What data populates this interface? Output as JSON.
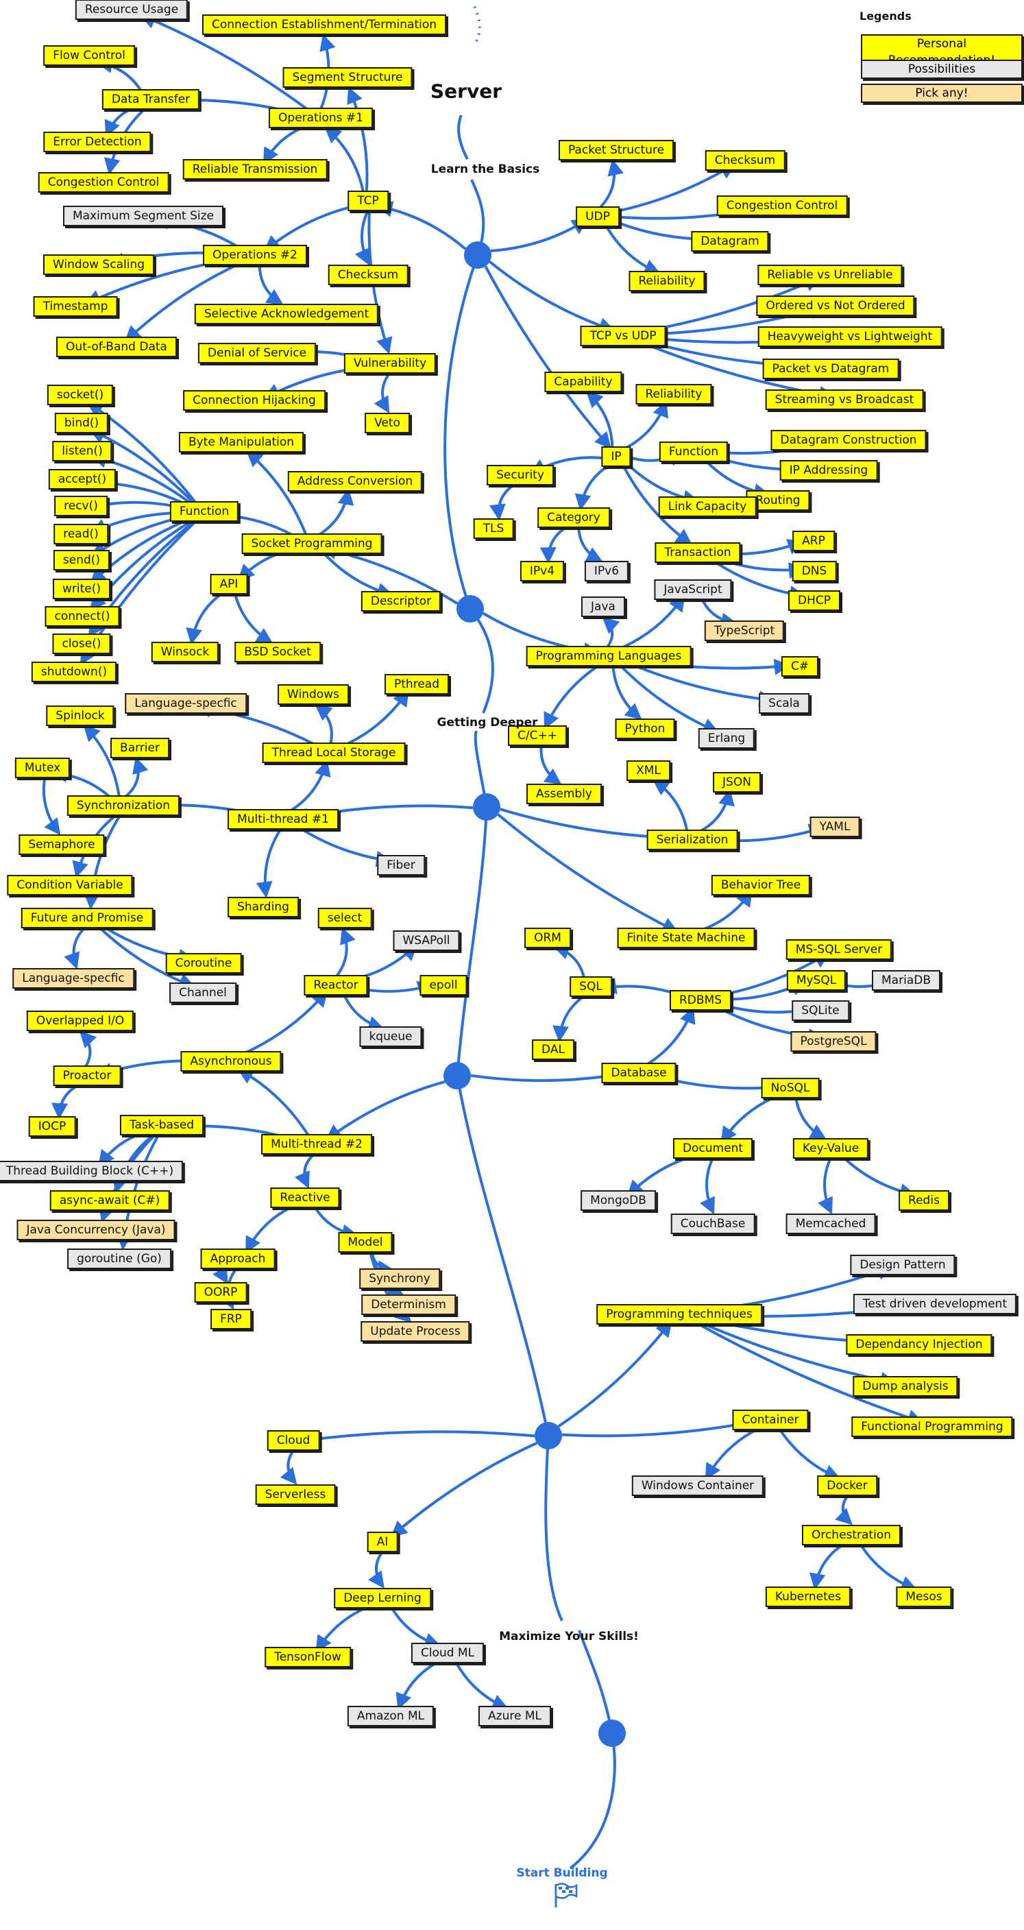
{
  "title": "Server",
  "legend": {
    "heading": "Legends",
    "items": [
      {
        "label": "Personal Recommendation!",
        "cat": "rec"
      },
      {
        "label": "Possibilities",
        "cat": "pos"
      },
      {
        "label": "Pick any!",
        "cat": "pick"
      }
    ]
  },
  "colors": {
    "personal_recommendation": "#ffff00",
    "possibilities": "#e6e6e6",
    "pick_any": "#fde1a0",
    "path": "#2a6fdb"
  },
  "footer": {
    "label": "Start Building",
    "icon": "flag-icon"
  },
  "stages": [
    {
      "id": "basics",
      "label": "Learn the Basics"
    },
    {
      "id": "deeper",
      "label": "Getting Deeper"
    },
    {
      "id": "maximize",
      "label": "Maximize Your Skills!"
    }
  ],
  "nodes": [
    {
      "id": "tcp",
      "label": "TCP",
      "cat": "rec"
    },
    {
      "id": "ops1",
      "label": "Operations #1",
      "cat": "rec"
    },
    {
      "id": "resource-usage",
      "label": "Resource Usage",
      "cat": "pos"
    },
    {
      "id": "conn-est",
      "label": "Connection Establishment/Termination",
      "cat": "rec"
    },
    {
      "id": "flow-control",
      "label": "Flow Control",
      "cat": "rec"
    },
    {
      "id": "data-transfer",
      "label": "Data Transfer",
      "cat": "rec"
    },
    {
      "id": "segment-structure",
      "label": "Segment Structure",
      "cat": "rec"
    },
    {
      "id": "error-detection",
      "label": "Error Detection",
      "cat": "rec"
    },
    {
      "id": "reliable-transmission",
      "label": "Reliable Transmission",
      "cat": "rec"
    },
    {
      "id": "congestion-control-tcp",
      "label": "Congestion Control",
      "cat": "rec"
    },
    {
      "id": "mss",
      "label": "Maximum Segment Size",
      "cat": "pos"
    },
    {
      "id": "ops2",
      "label": "Operations #2",
      "cat": "rec"
    },
    {
      "id": "window-scaling",
      "label": "Window Scaling",
      "cat": "rec"
    },
    {
      "id": "timestamp",
      "label": "Timestamp",
      "cat": "rec"
    },
    {
      "id": "oob-data",
      "label": "Out-of-Band Data",
      "cat": "rec"
    },
    {
      "id": "checksum-tcp",
      "label": "Checksum",
      "cat": "rec"
    },
    {
      "id": "sack",
      "label": "Selective Acknowledgement",
      "cat": "rec"
    },
    {
      "id": "vulnerability",
      "label": "Vulnerability",
      "cat": "rec"
    },
    {
      "id": "dos",
      "label": "Denial of Service",
      "cat": "rec"
    },
    {
      "id": "conn-hijack",
      "label": "Connection Hijacking",
      "cat": "rec"
    },
    {
      "id": "veto",
      "label": "Veto",
      "cat": "rec"
    },
    {
      "id": "udp",
      "label": "UDP",
      "cat": "rec"
    },
    {
      "id": "packet-structure",
      "label": "Packet Structure",
      "cat": "rec"
    },
    {
      "id": "checksum-udp",
      "label": "Checksum",
      "cat": "rec"
    },
    {
      "id": "congestion-control-udp",
      "label": "Congestion Control",
      "cat": "rec"
    },
    {
      "id": "datagram",
      "label": "Datagram",
      "cat": "rec"
    },
    {
      "id": "reliability-udp",
      "label": "Reliability",
      "cat": "rec"
    },
    {
      "id": "tcp-vs-udp",
      "label": "TCP vs UDP",
      "cat": "rec"
    },
    {
      "id": "rel-vs-unrel",
      "label": "Reliable vs Unreliable",
      "cat": "rec"
    },
    {
      "id": "ordered",
      "label": "Ordered vs Not Ordered",
      "cat": "rec"
    },
    {
      "id": "heavy-light",
      "label": "Heavyweight vs Lightweight",
      "cat": "rec"
    },
    {
      "id": "packet-vs-datagram",
      "label": "Packet vs Datagram",
      "cat": "rec"
    },
    {
      "id": "stream-broadcast",
      "label": "Streaming vs Broadcast",
      "cat": "rec"
    },
    {
      "id": "ip",
      "label": "IP",
      "cat": "rec"
    },
    {
      "id": "capability",
      "label": "Capability",
      "cat": "rec"
    },
    {
      "id": "reliability-ip",
      "label": "Reliability",
      "cat": "rec"
    },
    {
      "id": "function-ip",
      "label": "Function",
      "cat": "rec"
    },
    {
      "id": "datagram-construction",
      "label": "Datagram Construction",
      "cat": "rec"
    },
    {
      "id": "ip-addressing",
      "label": "IP Addressing",
      "cat": "rec"
    },
    {
      "id": "routing",
      "label": "Routing",
      "cat": "rec"
    },
    {
      "id": "security",
      "label": "Security",
      "cat": "rec"
    },
    {
      "id": "tls",
      "label": "TLS",
      "cat": "rec"
    },
    {
      "id": "category",
      "label": "Category",
      "cat": "rec"
    },
    {
      "id": "ipv4",
      "label": "IPv4",
      "cat": "rec"
    },
    {
      "id": "ipv6",
      "label": "IPv6",
      "cat": "pos"
    },
    {
      "id": "link-capacity",
      "label": "Link Capacity",
      "cat": "rec"
    },
    {
      "id": "transaction",
      "label": "Transaction",
      "cat": "rec"
    },
    {
      "id": "arp",
      "label": "ARP",
      "cat": "rec"
    },
    {
      "id": "dns",
      "label": "DNS",
      "cat": "rec"
    },
    {
      "id": "dhcp",
      "label": "DHCP",
      "cat": "rec"
    },
    {
      "id": "socket-fn",
      "label": "socket()",
      "cat": "rec"
    },
    {
      "id": "bind-fn",
      "label": "bind()",
      "cat": "rec"
    },
    {
      "id": "listen-fn",
      "label": "listen()",
      "cat": "rec"
    },
    {
      "id": "accept-fn",
      "label": "accept()",
      "cat": "rec"
    },
    {
      "id": "recv-fn",
      "label": "recv()",
      "cat": "rec"
    },
    {
      "id": "read-fn",
      "label": "read()",
      "cat": "rec"
    },
    {
      "id": "send-fn",
      "label": "send()",
      "cat": "rec"
    },
    {
      "id": "write-fn",
      "label": "write()",
      "cat": "rec"
    },
    {
      "id": "connect-fn",
      "label": "connect()",
      "cat": "rec"
    },
    {
      "id": "close-fn",
      "label": "close()",
      "cat": "rec"
    },
    {
      "id": "shutdown-fn",
      "label": "shutdown()",
      "cat": "rec"
    },
    {
      "id": "function-socket",
      "label": "Function",
      "cat": "rec"
    },
    {
      "id": "byte-manip",
      "label": "Byte Manipulation",
      "cat": "rec"
    },
    {
      "id": "addr-conv",
      "label": "Address Conversion",
      "cat": "rec"
    },
    {
      "id": "socket-prog",
      "label": "Socket Programming",
      "cat": "rec"
    },
    {
      "id": "descriptor",
      "label": "Descriptor",
      "cat": "rec"
    },
    {
      "id": "api",
      "label": "API",
      "cat": "rec"
    },
    {
      "id": "winsock",
      "label": "Winsock",
      "cat": "rec"
    },
    {
      "id": "bsd-socket",
      "label": "BSD Socket",
      "cat": "rec"
    },
    {
      "id": "java",
      "label": "Java",
      "cat": "pos"
    },
    {
      "id": "javascript",
      "label": "JavaScript",
      "cat": "pos"
    },
    {
      "id": "typescript",
      "label": "TypeScript",
      "cat": "pick"
    },
    {
      "id": "prog-lang",
      "label": "Programming Languages",
      "cat": "rec"
    },
    {
      "id": "csharp",
      "label": "C#",
      "cat": "rec"
    },
    {
      "id": "scala",
      "label": "Scala",
      "cat": "pos"
    },
    {
      "id": "erlang",
      "label": "Erlang",
      "cat": "pos"
    },
    {
      "id": "c-cpp",
      "label": "C/C++",
      "cat": "rec"
    },
    {
      "id": "python",
      "label": "Python",
      "cat": "rec"
    },
    {
      "id": "assembly",
      "label": "Assembly",
      "cat": "rec"
    },
    {
      "id": "language-specific-tls",
      "label": "Language-specfic",
      "cat": "pick"
    },
    {
      "id": "windows",
      "label": "Windows",
      "cat": "rec"
    },
    {
      "id": "pthread",
      "label": "Pthread",
      "cat": "rec"
    },
    {
      "id": "tls-storage",
      "label": "Thread Local Storage",
      "cat": "rec"
    },
    {
      "id": "spinlock",
      "label": "Spinlock",
      "cat": "rec"
    },
    {
      "id": "barrier",
      "label": "Barrier",
      "cat": "rec"
    },
    {
      "id": "mutex",
      "label": "Mutex",
      "cat": "rec"
    },
    {
      "id": "synchronization",
      "label": "Synchronization",
      "cat": "rec"
    },
    {
      "id": "semaphore",
      "label": "Semaphore",
      "cat": "rec"
    },
    {
      "id": "multithread1",
      "label": "Multi-thread #1",
      "cat": "rec"
    },
    {
      "id": "fiber",
      "label": "Fiber",
      "cat": "pos"
    },
    {
      "id": "condition-variable",
      "label": "Condition Variable",
      "cat": "rec"
    },
    {
      "id": "future-promise",
      "label": "Future and Promise",
      "cat": "rec"
    },
    {
      "id": "sharding",
      "label": "Sharding",
      "cat": "rec"
    },
    {
      "id": "language-specific-fp",
      "label": "Language-specfic",
      "cat": "pick"
    },
    {
      "id": "coroutine",
      "label": "Coroutine",
      "cat": "rec"
    },
    {
      "id": "channel",
      "label": "Channel",
      "cat": "pos"
    },
    {
      "id": "xml",
      "label": "XML",
      "cat": "rec"
    },
    {
      "id": "json",
      "label": "JSON",
      "cat": "rec"
    },
    {
      "id": "serialization",
      "label": "Serialization",
      "cat": "rec"
    },
    {
      "id": "yaml",
      "label": "YAML",
      "cat": "pick"
    },
    {
      "id": "behavior-tree",
      "label": "Behavior Tree",
      "cat": "rec"
    },
    {
      "id": "fsm",
      "label": "Finite State Machine",
      "cat": "rec"
    },
    {
      "id": "orm",
      "label": "ORM",
      "cat": "rec"
    },
    {
      "id": "sql",
      "label": "SQL",
      "cat": "rec"
    },
    {
      "id": "dal",
      "label": "DAL",
      "cat": "rec"
    },
    {
      "id": "rdbms",
      "label": "RDBMS",
      "cat": "rec"
    },
    {
      "id": "mssql",
      "label": "MS-SQL Server",
      "cat": "rec"
    },
    {
      "id": "mysql",
      "label": "MySQL",
      "cat": "rec"
    },
    {
      "id": "mariadb",
      "label": "MariaDB",
      "cat": "pos"
    },
    {
      "id": "sqlite",
      "label": "SQLite",
      "cat": "pos"
    },
    {
      "id": "postgresql",
      "label": "PostgreSQL",
      "cat": "pick"
    },
    {
      "id": "database",
      "label": "Database",
      "cat": "rec"
    },
    {
      "id": "nosql",
      "label": "NoSQL",
      "cat": "rec"
    },
    {
      "id": "document",
      "label": "Document",
      "cat": "rec"
    },
    {
      "id": "key-value",
      "label": "Key-Value",
      "cat": "rec"
    },
    {
      "id": "mongodb",
      "label": "MongoDB",
      "cat": "pos"
    },
    {
      "id": "couchbase",
      "label": "CouchBase",
      "cat": "pos"
    },
    {
      "id": "memcached",
      "label": "Memcached",
      "cat": "pos"
    },
    {
      "id": "redis",
      "label": "Redis",
      "cat": "rec"
    },
    {
      "id": "select",
      "label": "select",
      "cat": "rec"
    },
    {
      "id": "wsapoll",
      "label": "WSAPoll",
      "cat": "pos"
    },
    {
      "id": "reactor",
      "label": "Reactor",
      "cat": "rec"
    },
    {
      "id": "epoll",
      "label": "epoll",
      "cat": "rec"
    },
    {
      "id": "kqueue",
      "label": "kqueue",
      "cat": "pos"
    },
    {
      "id": "overlapped-io",
      "label": "Overlapped I/O",
      "cat": "rec"
    },
    {
      "id": "asynchronous",
      "label": "Asynchronous",
      "cat": "rec"
    },
    {
      "id": "proactor",
      "label": "Proactor",
      "cat": "rec"
    },
    {
      "id": "iocp",
      "label": "IOCP",
      "cat": "rec"
    },
    {
      "id": "task-based",
      "label": "Task-based",
      "cat": "rec"
    },
    {
      "id": "multithread2",
      "label": "Multi-thread #2",
      "cat": "rec"
    },
    {
      "id": "tbb",
      "label": "Thread Building Block (C++)",
      "cat": "pos"
    },
    {
      "id": "async-await",
      "label": "async-await (C#)",
      "cat": "rec"
    },
    {
      "id": "java-concurrency",
      "label": "Java Concurrency (Java)",
      "cat": "pick"
    },
    {
      "id": "goroutine",
      "label": "goroutine (Go)",
      "cat": "pos"
    },
    {
      "id": "reactive",
      "label": "Reactive",
      "cat": "rec"
    },
    {
      "id": "approach",
      "label": "Approach",
      "cat": "rec"
    },
    {
      "id": "model",
      "label": "Model",
      "cat": "rec"
    },
    {
      "id": "oorp",
      "label": "OORP",
      "cat": "rec"
    },
    {
      "id": "frp",
      "label": "FRP",
      "cat": "rec"
    },
    {
      "id": "synchrony",
      "label": "Synchrony",
      "cat": "pick"
    },
    {
      "id": "determinism",
      "label": "Determinism",
      "cat": "pick"
    },
    {
      "id": "update-process",
      "label": "Update Process",
      "cat": "pick"
    },
    {
      "id": "prog-techniques",
      "label": "Programming techniques",
      "cat": "rec"
    },
    {
      "id": "design-pattern",
      "label": "Design Pattern",
      "cat": "pos"
    },
    {
      "id": "tdd",
      "label": "Test driven development",
      "cat": "pos"
    },
    {
      "id": "di",
      "label": "Dependancy Injection",
      "cat": "rec"
    },
    {
      "id": "dump-analysis",
      "label": "Dump analysis",
      "cat": "rec"
    },
    {
      "id": "functional-prog",
      "label": "Functional Programming",
      "cat": "rec"
    },
    {
      "id": "container",
      "label": "Container",
      "cat": "rec"
    },
    {
      "id": "windows-container",
      "label": "Windows Container",
      "cat": "pos"
    },
    {
      "id": "docker",
      "label": "Docker",
      "cat": "rec"
    },
    {
      "id": "orchestration",
      "label": "Orchestration",
      "cat": "rec"
    },
    {
      "id": "kubernetes",
      "label": "Kubernetes",
      "cat": "rec"
    },
    {
      "id": "mesos",
      "label": "Mesos",
      "cat": "rec"
    },
    {
      "id": "cloud",
      "label": "Cloud",
      "cat": "rec"
    },
    {
      "id": "serverless",
      "label": "Serverless",
      "cat": "rec"
    },
    {
      "id": "ai",
      "label": "AI",
      "cat": "rec"
    },
    {
      "id": "deep-learning",
      "label": "Deep Lerning",
      "cat": "rec"
    },
    {
      "id": "tensorflow",
      "label": "TensonFlow",
      "cat": "rec"
    },
    {
      "id": "cloud-ml",
      "label": "Cloud ML",
      "cat": "pos"
    },
    {
      "id": "amazon-ml",
      "label": "Amazon ML",
      "cat": "pos"
    },
    {
      "id": "azure-ml",
      "label": "Azure ML",
      "cat": "pos"
    }
  ]
}
